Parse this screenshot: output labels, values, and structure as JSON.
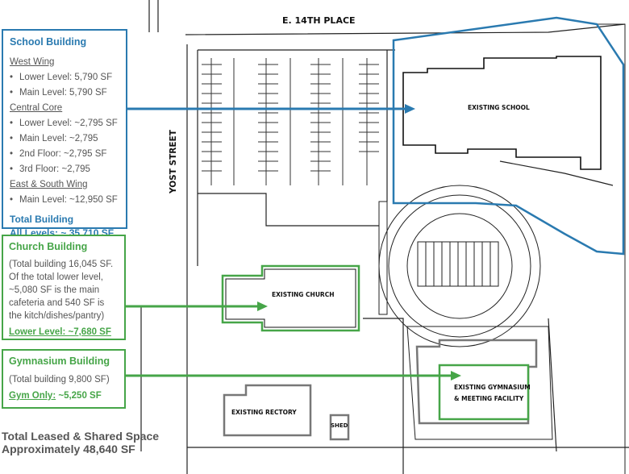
{
  "map": {
    "street_top": "E. 14TH PLACE",
    "street_left": "YOST STREET",
    "school": "EXISTING SCHOOL",
    "church": "EXISTING CHURCH",
    "gym_line1": "EXISTING GYMNASIUM",
    "gym_line2": "& MEETING FACILITY",
    "rectory": "EXISTING RECTORY",
    "shed": "SHED"
  },
  "school_callout": {
    "title": "School Building",
    "west_wing": "West Wing",
    "west_items": [
      "Lower Level: 5,790 SF",
      "Main Level: 5,790 SF"
    ],
    "central_core": "Central Core",
    "core_items": [
      "Lower Level: ~2,795 SF",
      "Main Level:  ~2,795",
      "2nd Floor: ~2,795 SF",
      "3rd Floor: ~2,795"
    ],
    "east_south": "East & South Wing",
    "east_items": [
      "Main Level: ~12,950 SF"
    ],
    "total_1": "Total Building",
    "total_2": "All Levels: ~ 35,710 SF"
  },
  "church_callout": {
    "title": "Church Building",
    "desc_lines": [
      "(Total building 16,045 SF.",
      "Of the total lower level,",
      "~5,080 SF is the main",
      "cafeteria and 540 SF is",
      "the kitch/dishes/pantry)"
    ],
    "lower_level": "Lower Level: ~7,680 SF"
  },
  "gym_callout": {
    "title": "Gymnasium Building",
    "desc": "(Total building 9,800 SF)",
    "gym_label": "Gym Only:",
    "gym_value": "~5,250 SF"
  },
  "total_space": {
    "line1": "Total Leased & Shared Space",
    "line2": "Approximately 48,640 SF"
  },
  "colors": {
    "school_blue": "#2a7ab0",
    "green": "#46a548",
    "grey": "#777777"
  }
}
